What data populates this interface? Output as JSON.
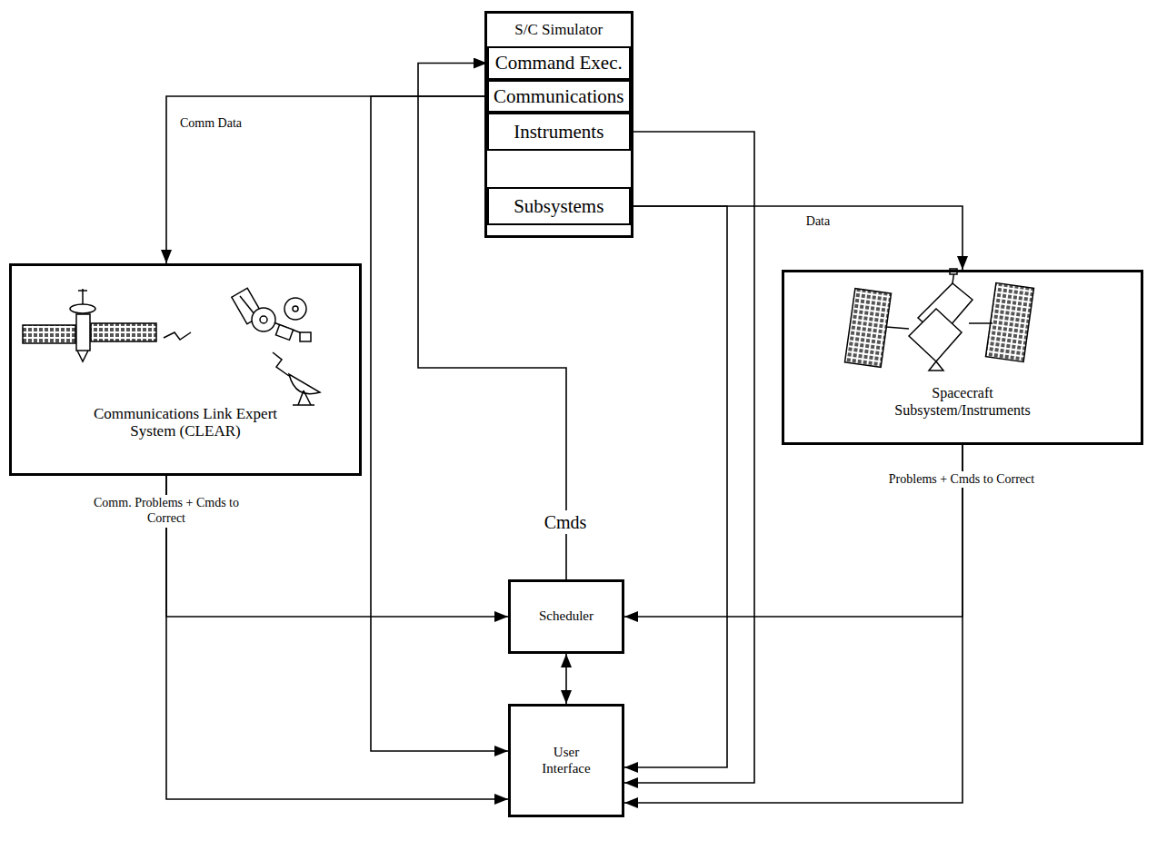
{
  "diagram": {
    "nodes": [
      {
        "text": [
          "S/C Simulator"
        ]
      },
      {
        "text": [
          "Command Exec."
        ],
        "in": 0
      },
      {
        "text": [
          "Communications"
        ],
        "in": 0
      },
      {
        "text": [
          "Instruments"
        ],
        "in": 0
      },
      {
        "text": [
          "Subsystems"
        ],
        "in": 0
      },
      {
        "text": [
          "Communications Link Expert System (CLEAR)"
        ]
      },
      {
        "text": [
          "Spacecraft Subsystem/Instruments"
        ]
      },
      {
        "text": [
          "Scheduler"
        ]
      },
      {
        "text": [
          "User Interface"
        ]
      }
    ],
    "edges": [
      {
        "from": 2,
        "to": 5,
        "label": "Comm Data",
        "arrow": "to"
      },
      {
        "from": 2,
        "to": 8,
        "arrow": "to"
      },
      {
        "from": 7,
        "to": 1,
        "label": "Cmds",
        "arrow": "to"
      },
      {
        "from": 4,
        "to": 6,
        "label": "Data",
        "arrow": "to"
      },
      {
        "from": 3,
        "to": 8,
        "arrow": "to"
      },
      {
        "from": 4,
        "to": 8,
        "arrow": "to"
      },
      {
        "from": 5,
        "to": 7,
        "label": "Comm. Problems + Cmds to Correct",
        "arrow": "to"
      },
      {
        "from": 5,
        "to": 8,
        "arrow": "to"
      },
      {
        "from": 6,
        "to": 7,
        "label": "Problems + Cmds to Correct",
        "arrow": "to"
      },
      {
        "from": 6,
        "to": 8,
        "arrow": "to"
      },
      {
        "from": 7,
        "to": 8,
        "arrow": "both"
      }
    ]
  }
}
